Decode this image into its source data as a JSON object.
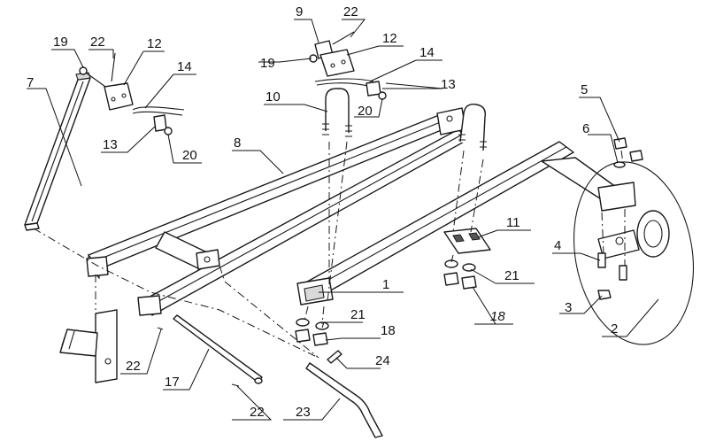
{
  "diagram": {
    "callouts": [
      {
        "id": "c1",
        "text": "1"
      },
      {
        "id": "c2",
        "text": "2"
      },
      {
        "id": "c3",
        "text": "3"
      },
      {
        "id": "c4",
        "text": "4"
      },
      {
        "id": "c5",
        "text": "5"
      },
      {
        "id": "c6",
        "text": "6"
      },
      {
        "id": "c7",
        "text": "7"
      },
      {
        "id": "c8",
        "text": "8"
      },
      {
        "id": "c9",
        "text": "9"
      },
      {
        "id": "c10",
        "text": "10"
      },
      {
        "id": "c11",
        "text": "11"
      },
      {
        "id": "c12a",
        "text": "12"
      },
      {
        "id": "c12b",
        "text": "12"
      },
      {
        "id": "c13a",
        "text": "13"
      },
      {
        "id": "c13b",
        "text": "13"
      },
      {
        "id": "c14a",
        "text": "14"
      },
      {
        "id": "c14b",
        "text": "14"
      },
      {
        "id": "c17",
        "text": "17"
      },
      {
        "id": "c18a",
        "text": "18"
      },
      {
        "id": "c18b",
        "text": "18"
      },
      {
        "id": "c19a",
        "text": "19"
      },
      {
        "id": "c19b",
        "text": "19"
      },
      {
        "id": "c20a",
        "text": "20"
      },
      {
        "id": "c20b",
        "text": "20"
      },
      {
        "id": "c21a",
        "text": "21"
      },
      {
        "id": "c21b",
        "text": "21"
      },
      {
        "id": "c22a",
        "text": "22"
      },
      {
        "id": "c22b",
        "text": "22"
      },
      {
        "id": "c22c",
        "text": "22"
      },
      {
        "id": "c22d",
        "text": "22"
      },
      {
        "id": "c23",
        "text": "23"
      },
      {
        "id": "c24",
        "text": "24"
      }
    ]
  }
}
